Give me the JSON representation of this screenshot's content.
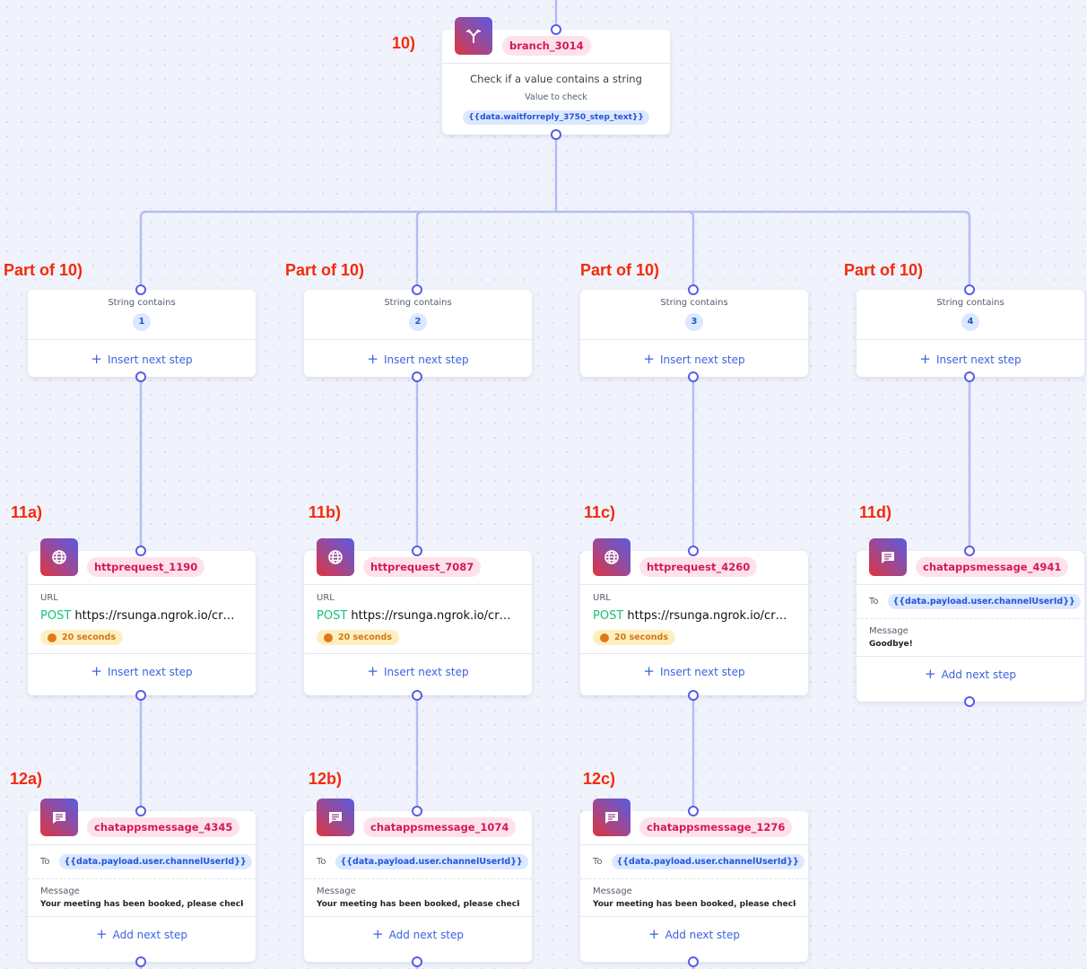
{
  "annotations": {
    "branch": "10)",
    "conditions": [
      "Part of 10)",
      "Part of 10)",
      "Part of 10)",
      "Part of 10)"
    ],
    "row11": [
      "11a)",
      "11b)",
      "11c)",
      "11d)"
    ],
    "row12": [
      "12a)",
      "12b)",
      "12c)"
    ]
  },
  "colors": {
    "accent": "#5a5ce6",
    "annotation": "#f42a0a",
    "post": "#19c27a",
    "name_pill": "#d6175a"
  },
  "branch": {
    "icon": "branch-icon",
    "name": "branch_3014",
    "title": "Check if a value contains a string",
    "value_label": "Value to check",
    "value": "{{data.waitforreply_3750_step_text}}"
  },
  "conditions": [
    {
      "label": "String contains",
      "value": "1",
      "action": "Insert next step"
    },
    {
      "label": "String contains",
      "value": "2",
      "action": "Insert next step"
    },
    {
      "label": "String contains",
      "value": "3",
      "action": "Insert next step"
    },
    {
      "label": "String contains",
      "value": "4",
      "action": "Insert next step"
    }
  ],
  "http_steps": [
    {
      "icon": "globe-icon",
      "name": "httprequest_1190",
      "url_label": "URL",
      "method": "POST",
      "url": "https://rsunga.ngrok.io/cr…",
      "timeout": "20 seconds",
      "action": "Insert next step"
    },
    {
      "icon": "globe-icon",
      "name": "httprequest_7087",
      "url_label": "URL",
      "method": "POST",
      "url": "https://rsunga.ngrok.io/cr…",
      "timeout": "20 seconds",
      "action": "Insert next step"
    },
    {
      "icon": "globe-icon",
      "name": "httprequest_4260",
      "url_label": "URL",
      "method": "POST",
      "url": "https://rsunga.ngrok.io/cr…",
      "timeout": "20 seconds",
      "action": "Insert next step"
    }
  ],
  "goodbye_step": {
    "icon": "chat-icon",
    "name": "chatappsmessage_4941",
    "to_label": "To",
    "to": "{{data.payload.user.channelUserId}}",
    "message_label": "Message",
    "message": "Goodbye!",
    "action": "Add next step"
  },
  "message_steps": [
    {
      "icon": "chat-icon",
      "name": "chatappsmessage_4345",
      "to_label": "To",
      "to": "{{data.payload.user.channelUserId}}",
      "message_label": "Message",
      "message": "Your meeting has been booked, please check y",
      "action": "Add next step"
    },
    {
      "icon": "chat-icon",
      "name": "chatappsmessage_1074",
      "to_label": "To",
      "to": "{{data.payload.user.channelUserId}}",
      "message_label": "Message",
      "message": "Your meeting has been booked, please check y",
      "action": "Add next step"
    },
    {
      "icon": "chat-icon",
      "name": "chatappsmessage_1276",
      "to_label": "To",
      "to": "{{data.payload.user.channelUserId}}",
      "message_label": "Message",
      "message": "Your meeting has been booked, please check y",
      "action": "Add next step"
    }
  ]
}
